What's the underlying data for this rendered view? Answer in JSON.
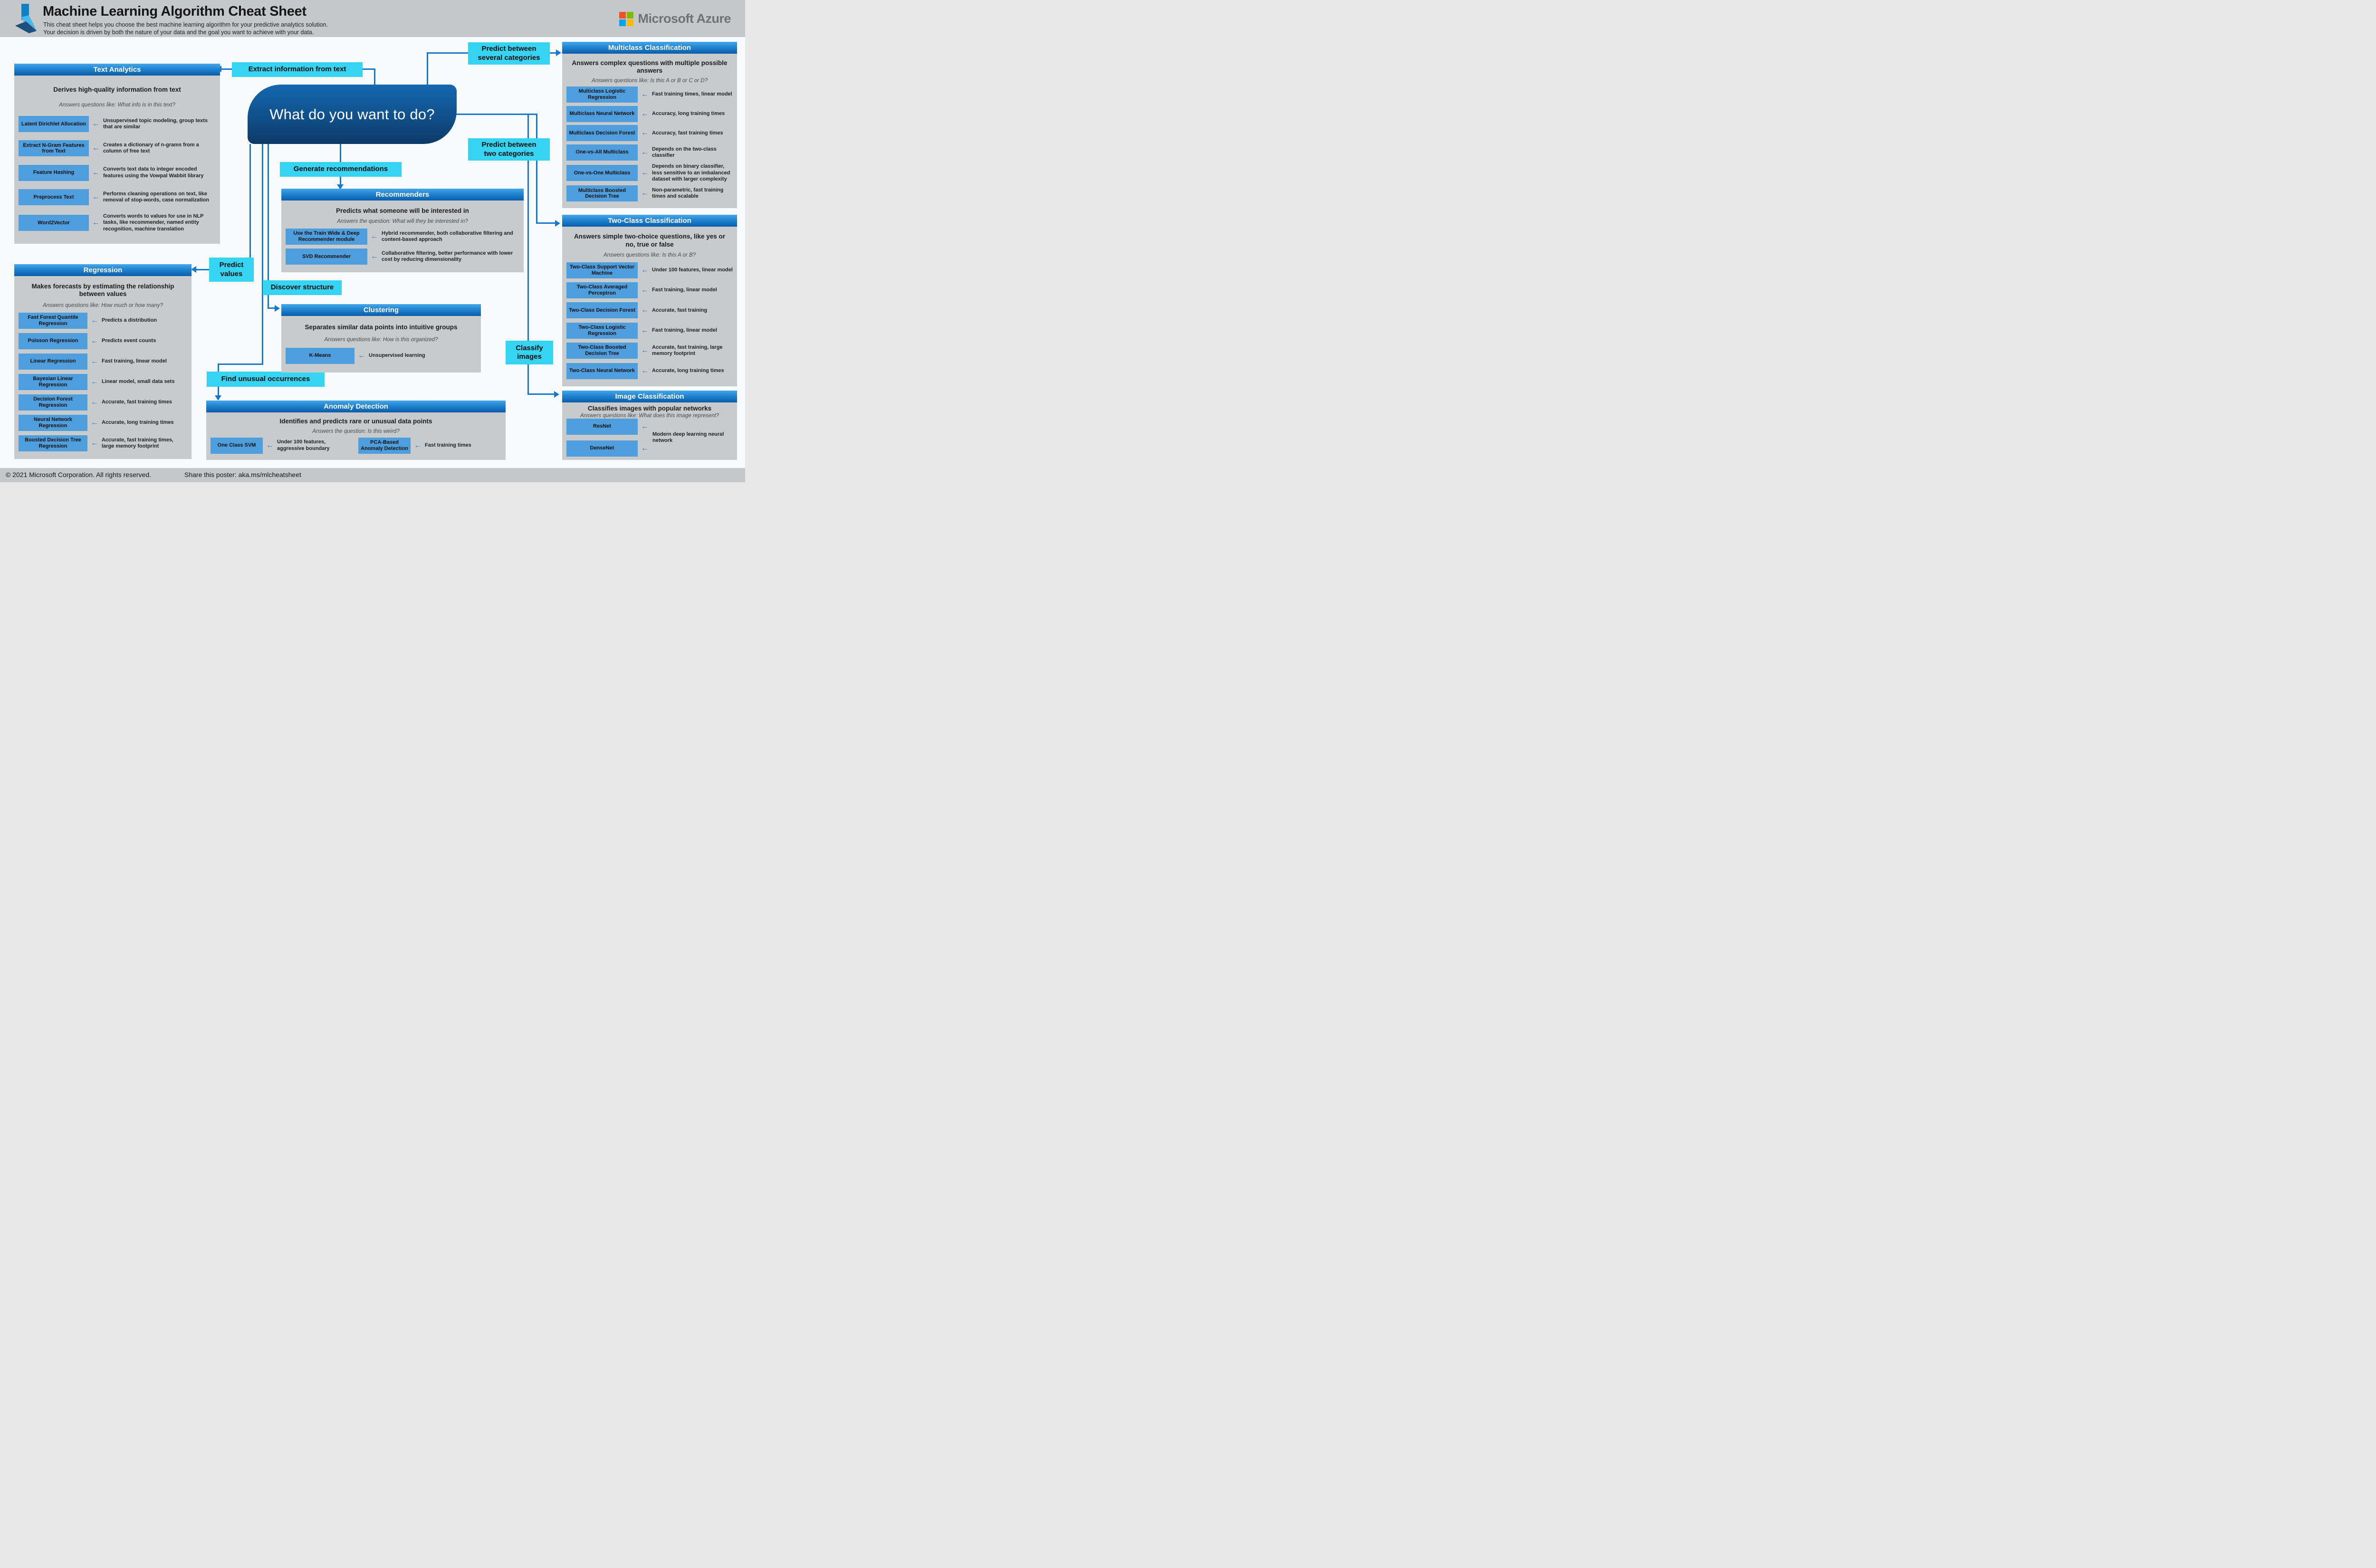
{
  "header": {
    "title": "Machine Learning Algorithm Cheat Sheet",
    "subtitle_line1": "This cheat sheet helps you choose the best machine learning algorithm for your predictive analytics solution.",
    "subtitle_line2": "Your decision is driven by both the nature of your data and the goal you want to achieve with your data.",
    "brand": "Microsoft Azure",
    "ms_logo_colors": [
      "#f25022",
      "#7fba00",
      "#00a4ef",
      "#ffb900"
    ]
  },
  "center": {
    "question": "What do you want to do?"
  },
  "labels": {
    "extract_info": "Extract information from text",
    "predict_several": "Predict between\nseveral categories",
    "predict_two": "Predict between\ntwo categories",
    "generate_recs": "Generate recommendations",
    "discover_structure": "Discover structure",
    "predict_values": "Predict\nvalues",
    "find_unusual": "Find unusual occurrences",
    "classify_images": "Classify\nimages"
  },
  "colors": {
    "connector_blue": "#1478d1",
    "label_cyan": "#36d4f3",
    "button_blue": "#4d9edd",
    "panel_gray": "#c9cacb",
    "node_blue_top": "#1468af",
    "node_blue_bottom": "#0c3a66"
  },
  "panels": [
    {
      "id": "text-analytics",
      "title": "Text Analytics",
      "description": "Derives high-quality information from text",
      "question": "Answers questions like: What info is in this text?",
      "btn_width": 148,
      "items": [
        {
          "name": "Latent Dirichlet Allocation",
          "note": "Unsupervised topic modeling, group texts that are similar"
        },
        {
          "name": "Extract N-Gram Features from Text",
          "note": "Creates a dictionary of n-grams from a column of free text"
        },
        {
          "name": "Feature Hashing",
          "note": "Converts text data to integer encoded features using the Vowpal Wabbit library"
        },
        {
          "name": "Preprocess Text",
          "note": "Performs cleaning operations on text, like removal of stop-words, case normalization"
        },
        {
          "name": "Word2Vector",
          "note": "Converts words to values for use in NLP tasks, like recommender, named entity recognition, machine translation"
        }
      ]
    },
    {
      "id": "regression",
      "title": "Regression",
      "description": "Makes forecasts by estimating the relationship between values",
      "question": "Answers questions like: How much or how many?",
      "btn_width": 145,
      "items": [
        {
          "name": "Fast Forest Quantile Regression",
          "note": "Predicts a distribution"
        },
        {
          "name": "Poisson Regression",
          "note": "Predicts event counts"
        },
        {
          "name": "Linear Regression",
          "note": "Fast training, linear model"
        },
        {
          "name": "Bayesian Linear Regression",
          "note": "Linear model, small data sets"
        },
        {
          "name": "Decision Forest Regression",
          "note": "Accurate, fast training times"
        },
        {
          "name": "Neural Network Regression",
          "note": "Accurate, long training times"
        },
        {
          "name": "Boosted Decision Tree Regression",
          "note": "Accurate, fast training times, large memory footprint"
        }
      ]
    },
    {
      "id": "multiclass",
      "title": "Multiclass Classification",
      "description": "Answers complex questions with multiple possible answers",
      "question": "Answers questions like: Is this A or B or C or D?",
      "btn_width": 150,
      "items": [
        {
          "name": "Multiclass Logistic Regression",
          "note": "Fast training times, linear model"
        },
        {
          "name": "Multiclass Neural Network",
          "note": "Accuracy, long training times"
        },
        {
          "name": "Multiclass Decision Forest",
          "note": "Accuracy, fast training times"
        },
        {
          "name": "One-vs-All Multiclass",
          "note": "Depends on the two-class classifier"
        },
        {
          "name": "One-vs-One Multiclass",
          "note": "Depends on binary classifier, less sensitive to an imbalanced dataset with larger complexity"
        },
        {
          "name": "Multiclass Boosted Decision Tree",
          "note": "Non-parametric, fast training times and scalable"
        }
      ]
    },
    {
      "id": "two-class",
      "title": "Two-Class Classification",
      "description": "Answers simple two-choice questions, like yes or no, true or false",
      "question": "Answers questions like: Is this A or B?",
      "btn_width": 150,
      "items": [
        {
          "name": "Two-Class Support Vector Machine",
          "note": "Under 100 features, linear model"
        },
        {
          "name": "Two-Class Averaged Perceptron",
          "note": "Fast training, linear model"
        },
        {
          "name": "Two-Class Decision Forest",
          "note": "Accurate, fast training"
        },
        {
          "name": "Two-Class Logistic Regression",
          "note": "Fast training, linear model"
        },
        {
          "name": "Two-Class Boosted Decision Tree",
          "note": "Accurate, fast training, large memory footprint"
        },
        {
          "name": "Two-Class Neural Network",
          "note": "Accurate, long training times"
        }
      ]
    },
    {
      "id": "image-classification",
      "title": "Image Classification",
      "description": "Classifies images with popular networks",
      "question": "Answers questions like: What does this image represent?",
      "btn_width": 150,
      "shared_note": "Modern deep learning neural network",
      "items": [
        {
          "name": "ResNet"
        },
        {
          "name": "DenseNet"
        }
      ]
    },
    {
      "id": "recommenders",
      "title": "Recommenders",
      "description": "Predicts what someone will be interested in",
      "question": "Answers the question: What will they be interested in?",
      "btn_width": 172,
      "items": [
        {
          "name": "Use the Train Wide & Deep Recommender module",
          "note": "Hybrid recommender, both collaborative filtering and content-based approach"
        },
        {
          "name": "SVD Recommender",
          "note": "Collaborative filtering, better performance with lower cost by reducing dimensionality"
        }
      ]
    },
    {
      "id": "clustering",
      "title": "Clustering",
      "description": "Separates similar data points into intuitive groups",
      "question": "Answers questions like: How is this organized?",
      "btn_width": 145,
      "items": [
        {
          "name": "K-Means",
          "note": "Unsupervised learning"
        }
      ]
    },
    {
      "id": "anomaly-detection",
      "title": "Anomaly Detection",
      "description": "Identifies and predicts rare or unusual data points",
      "question": "Answers the question: Is this weird?",
      "btn_width": 110,
      "layout": "row",
      "items": [
        {
          "name": "One Class SVM",
          "note": "Under 100 features, aggressive boundary"
        },
        {
          "name": "PCA-Based Anomaly Detection",
          "note": "Fast training times"
        }
      ]
    }
  ],
  "footer": {
    "copyright": "© 2021 Microsoft Corporation. All rights reserved.",
    "share": "Share this poster: aka.ms/mlcheatsheet"
  }
}
